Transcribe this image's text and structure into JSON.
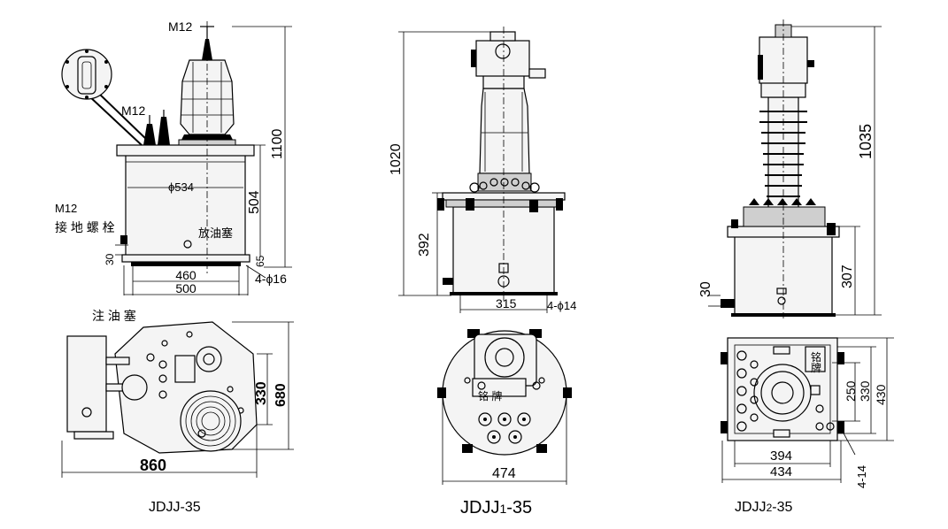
{
  "models": [
    {
      "name": "JDJJ-35",
      "labels": {
        "bolt_top": "M12",
        "bolt_mid": "M12",
        "ground_bolt_1": "M12",
        "ground_bolt_2": "接 地 螺 栓",
        "drain_plug": "放油塞",
        "fill_plug": "注 油 塞"
      },
      "dims": {
        "height": "1100",
        "tank_height": "504",
        "diameter": "ϕ534",
        "ground_h": "30",
        "base_h": "65",
        "base_w1": "460",
        "base_w2": "500",
        "holes": "4-ϕ16",
        "plan_w": "860",
        "plan_h1": "330",
        "plan_h2": "680"
      }
    },
    {
      "name_main": "JDJJ",
      "name_sub": "1",
      "name_tail": "-35",
      "labels": {
        "nameplate": "铭 牌"
      },
      "dims": {
        "height": "1020",
        "tank_height": "392",
        "base_w": "315",
        "holes": "4-ϕ14",
        "plan_w": "474"
      }
    },
    {
      "name_main": "JDJJ",
      "name_sub": "2",
      "name_tail": "-35",
      "labels": {
        "nameplate_a": "铭",
        "nameplate_b": "牌"
      },
      "dims": {
        "height": "1035",
        "tank_height": "307",
        "ground_h": "30",
        "plan_w1": "394",
        "plan_w2": "434",
        "plan_h1": "250",
        "plan_h2": "330",
        "plan_h3": "430",
        "holes": "4-14"
      }
    }
  ]
}
